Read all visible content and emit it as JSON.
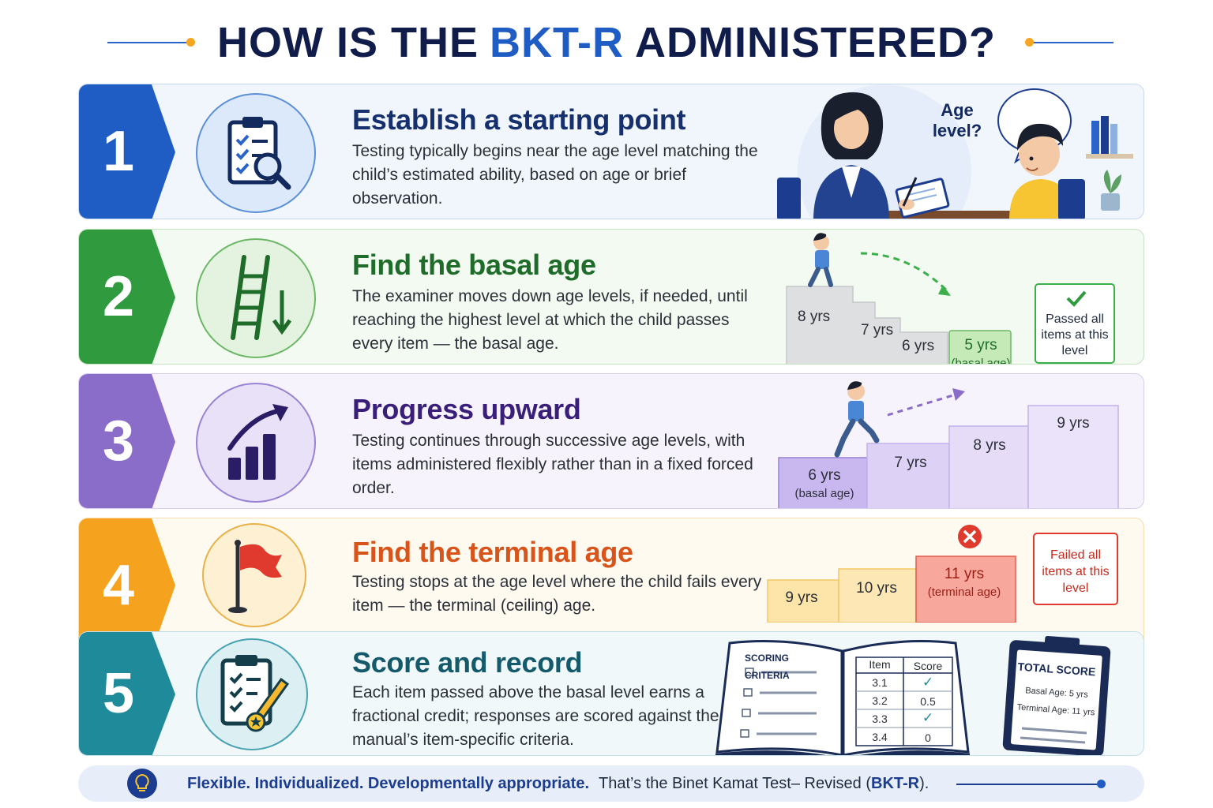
{
  "title": {
    "prefix": "HOW IS THE",
    "accent": "BKT-R",
    "suffix": "ADMINISTERED?"
  },
  "steps": [
    {
      "number": "1",
      "heading": "Establish a starting point",
      "description": "Testing typically begins near the age level matching the child’s estimated ability, based on age or brief observation.",
      "icon": "clipboard-magnifier-icon",
      "color": "#1f5cc4",
      "illustration": {
        "speech_bubble": "Age level?"
      }
    },
    {
      "number": "2",
      "heading": "Find the basal age",
      "description": "The examiner moves down age levels, if needed, until reaching the highest level at which the child passes every item — the basal age.",
      "icon": "ladder-down-icon",
      "color": "#2f9a3e",
      "illustration": {
        "stairs": [
          "8 yrs",
          "7 yrs",
          "6 yrs",
          "5 yrs"
        ],
        "basal_note": "(basal age)",
        "pass_box": "Passed all items at this level"
      }
    },
    {
      "number": "3",
      "heading": "Progress upward",
      "description": "Testing continues through successive age levels, with items administered flexibly rather than in a fixed forced order.",
      "icon": "rising-bars-icon",
      "color": "#8a6cc9",
      "illustration": {
        "stairs": [
          "6 yrs",
          "7 yrs",
          "8 yrs",
          "9 yrs"
        ],
        "basal_note": "(basal age)"
      }
    },
    {
      "number": "4",
      "heading": "Find the terminal age",
      "description": "Testing stops at the age level where the child fails every item — the terminal (ceiling) age.",
      "icon": "red-flag-icon",
      "color": "#f5a21e",
      "illustration": {
        "stairs": [
          "9 yrs",
          "10 yrs",
          "11 yrs"
        ],
        "terminal_note": "(terminal age)",
        "fail_box": "Failed all items at this level"
      }
    },
    {
      "number": "5",
      "heading": "Score and record",
      "description": "Each item passed above the basal level earns a fractional credit; responses are scored against the manual’s item-specific criteria.",
      "icon": "clipboard-pencil-icon",
      "color": "#1e8a9a",
      "illustration": {
        "book_title": "SCORING CRITERIA",
        "table_headers": [
          "Item",
          "Score"
        ],
        "table_rows": [
          {
            "item": "3.1",
            "score": "✓"
          },
          {
            "item": "3.2",
            "score": "0.5"
          },
          {
            "item": "3.3",
            "score": "✓"
          },
          {
            "item": "3.4",
            "score": "0"
          }
        ],
        "total_title": "TOTAL SCORE",
        "total_lines": [
          "Basal Age: 5 yrs",
          "Terminal Age: 11 yrs"
        ]
      }
    }
  ],
  "footer": {
    "tagline": "Flexible. Individualized.  Developmentally appropriate.",
    "closing_prefix": "That’s the Binet Kamat Test– Revised (",
    "closing_accent": "BKT-R",
    "closing_suffix": ")."
  }
}
